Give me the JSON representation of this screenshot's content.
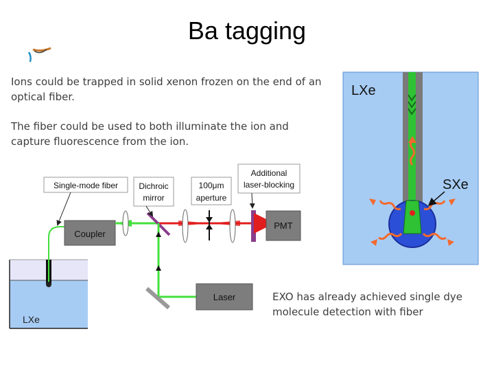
{
  "slide": {
    "title": "Ba tagging",
    "paragraph1": "Ions could be trapped in solid xenon frozen on the end of an optical fiber.",
    "paragraph2": "The fiber could be used to both illuminate the ion and capture fluorescence from the ion.",
    "caption": "EXO has already achieved single dye molecule detection with fiber"
  },
  "setup": {
    "single_mode_fiber": "Single-mode fiber",
    "dichroic_line1": "Dichroic",
    "dichroic_line2": "mirror",
    "aperture_line1": "100μm",
    "aperture_line2": "aperture",
    "blocking_line1": "Additional",
    "blocking_line2": "laser-blocking",
    "coupler": "Coupler",
    "pmt": "PMT",
    "laser": "Laser",
    "lxe": "LXe"
  },
  "inset": {
    "lxe": "LXe",
    "sxe": "SXe"
  },
  "colors": {
    "laser_green": "#44e03c",
    "fluorescence_red": "#e21d1d",
    "lxe_blue": "#a7ccf4",
    "sxe_blue": "#2b4fd6",
    "fiber_green": "#2ec234",
    "photon_orange": "#f26a2e",
    "box_gray": "#7d7d7d"
  }
}
